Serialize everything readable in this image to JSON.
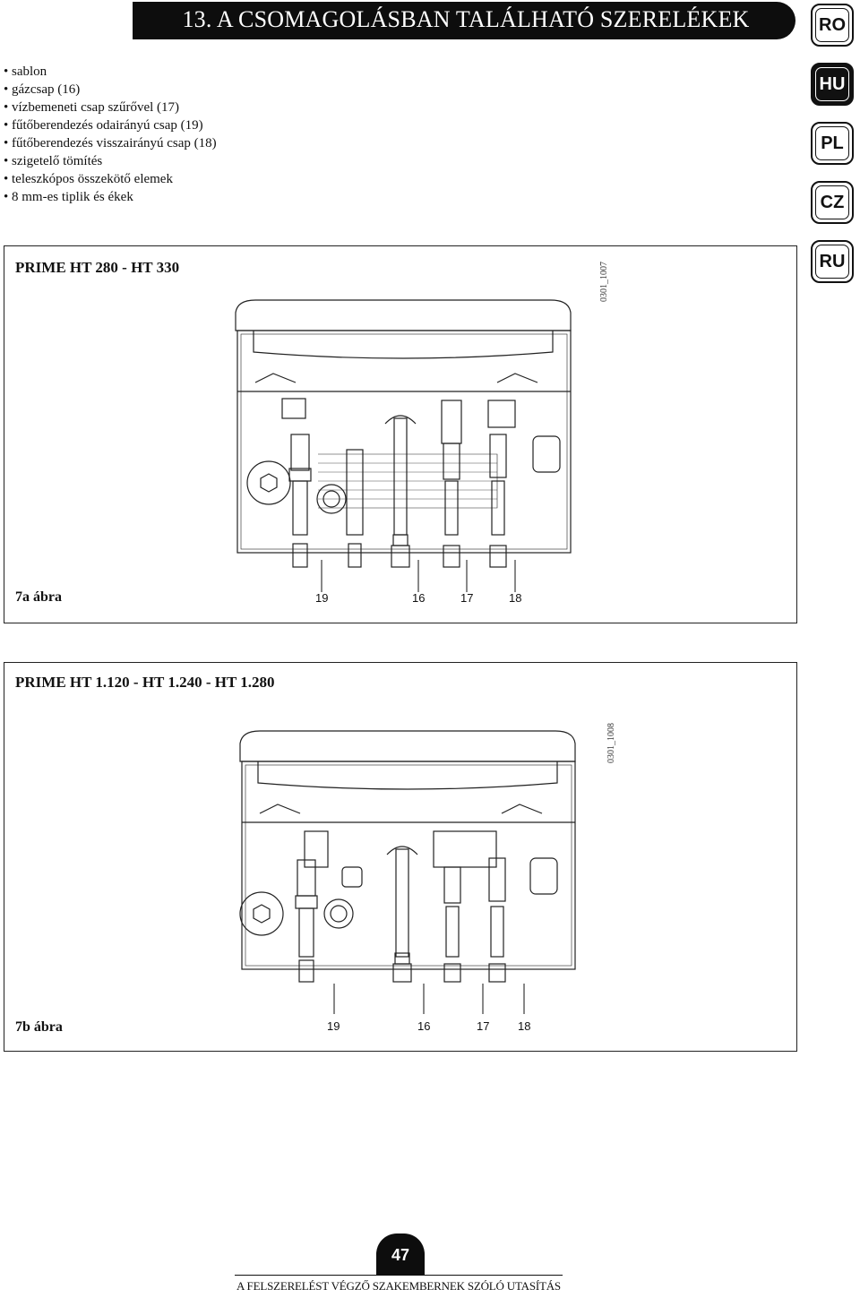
{
  "header": {
    "title": "13. A CSOMAGOLÁSBAN TALÁLHATÓ SZERELÉKEK"
  },
  "languages": [
    {
      "code": "RO",
      "active": false
    },
    {
      "code": "HU",
      "active": true
    },
    {
      "code": "PL",
      "active": false
    },
    {
      "code": "CZ",
      "active": false
    },
    {
      "code": "RU",
      "active": false
    }
  ],
  "items": [
    "sablon",
    "gázcsap (16)",
    "vízbemeneti csap szűrővel (17)",
    "fűtőberendezés odairányú csap (19)",
    "fűtőberendezés visszairányú csap (18)",
    "szigetelő tömítés",
    "teleszkópos összekötő elemek",
    "8 mm-es tiplik és ékek"
  ],
  "figures": [
    {
      "title": "PRIME HT 280 - HT 330",
      "label": "7a ábra",
      "code": "0301_1007",
      "callouts": [
        "19",
        "16",
        "17",
        "18"
      ]
    },
    {
      "title": "PRIME HT 1.120 - HT 1.240 - HT 1.280",
      "label": "7b ábra",
      "code": "0301_1008",
      "callouts": [
        "19",
        "16",
        "17",
        "18"
      ]
    }
  ],
  "footer": {
    "page": "47",
    "text": "A FELSZERELÉST VÉGZŐ SZAKEMBERNEK SZÓLÓ UTASÍTÁS"
  }
}
